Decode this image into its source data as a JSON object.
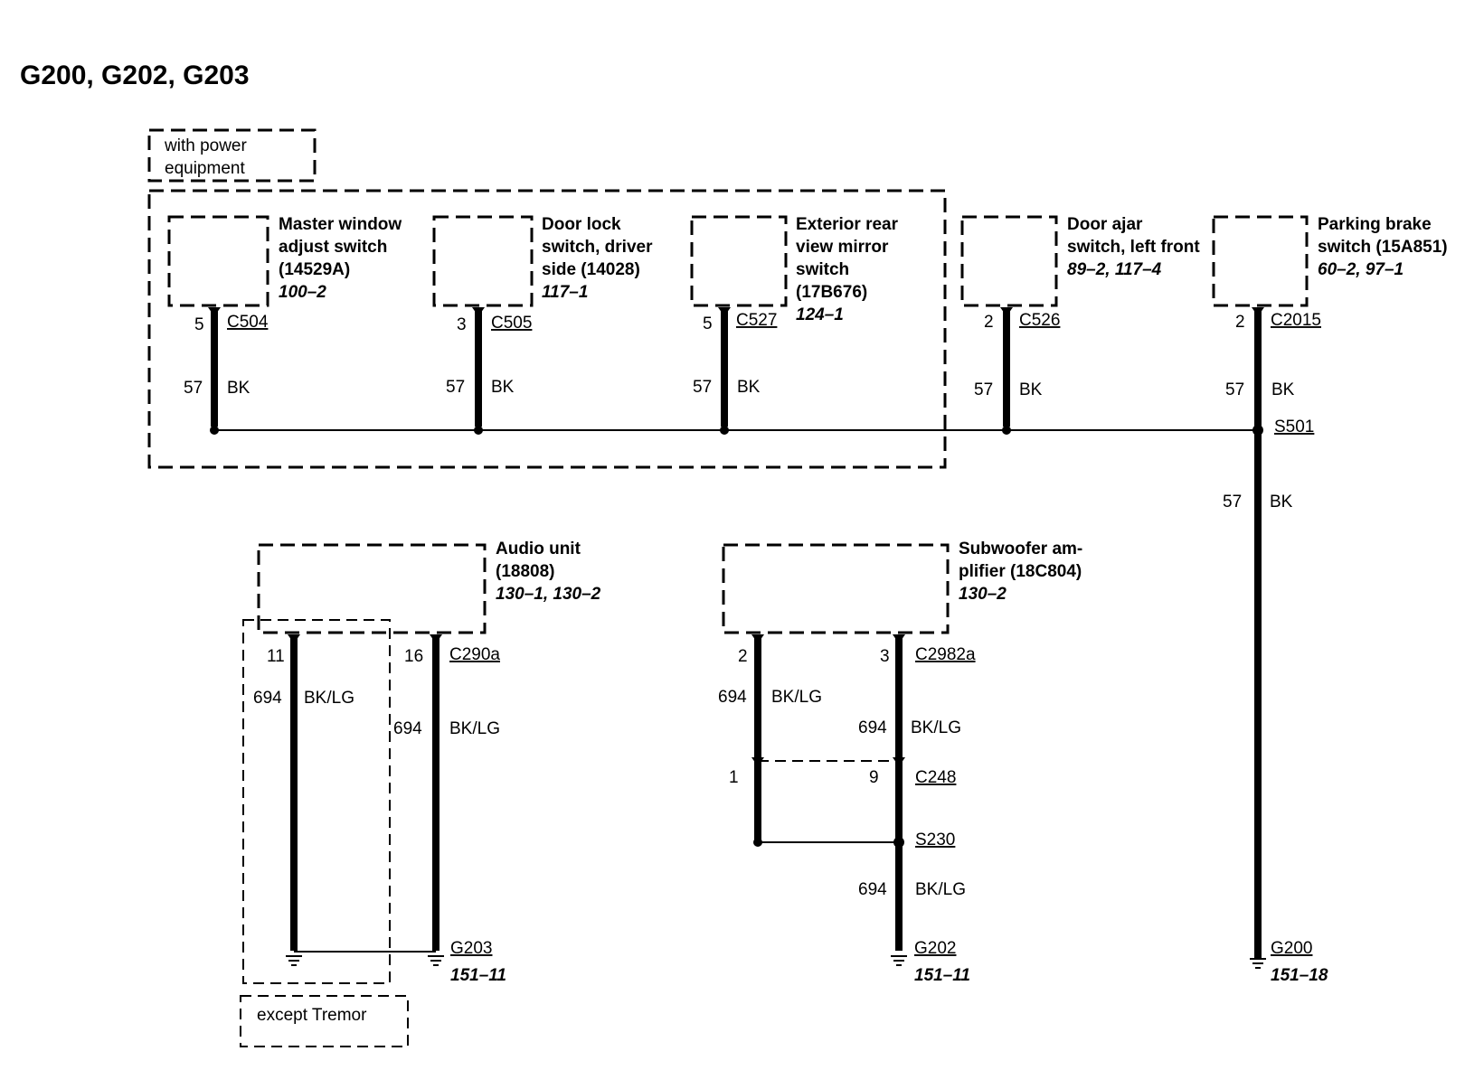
{
  "title": "G200, G202, G203",
  "notes": {
    "power_equipment_l1": "with power",
    "power_equipment_l2": "equipment",
    "except_tremor": "except Tremor"
  },
  "components": {
    "master_window": {
      "l1": "Master window",
      "l2": "adjust switch",
      "l3": "(14529A)",
      "ref": "100–2",
      "pin": "5",
      "connector": "C504",
      "circuit": "57",
      "color": "BK"
    },
    "door_lock": {
      "l1": "Door lock",
      "l2": "switch, driver",
      "l3": "side (14028)",
      "ref": "117–1",
      "pin": "3",
      "connector": "C505",
      "circuit": "57",
      "color": "BK"
    },
    "mirror": {
      "l1": "Exterior rear",
      "l2": "view mirror",
      "l3": "switch",
      "l4": "(17B676)",
      "ref": "124–1",
      "pin": "5",
      "connector": "C527",
      "circuit": "57",
      "color": "BK"
    },
    "door_ajar": {
      "l1": "Door ajar",
      "l2": "switch, left front",
      "ref": "89–2, 117–4",
      "pin": "2",
      "connector": "C526",
      "circuit": "57",
      "color": "BK"
    },
    "parking_brake": {
      "l1": "Parking brake",
      "l2": "switch (15A851)",
      "ref": "60–2, 97–1",
      "pin": "2",
      "connector": "C2015",
      "circuit": "57",
      "color": "BK",
      "splice": "S501",
      "circuit2": "57",
      "color2": "BK",
      "ground": "G200",
      "ground_ref": "151–18"
    },
    "audio": {
      "l1": "Audio unit",
      "l2": "(18808)",
      "ref": "130–1, 130–2",
      "pin_a": "11",
      "pin_b": "16",
      "connector": "C290a",
      "circuit_a": "694",
      "color_a": "BK/LG",
      "circuit_b": "694",
      "color_b": "BK/LG",
      "ground": "G203",
      "ground_ref": "151–11"
    },
    "subwoofer": {
      "l1": "Subwoofer am-",
      "l2": "plifier (18C804)",
      "ref": "130–2",
      "pin_a": "2",
      "pin_b": "3",
      "connector": "C2982a",
      "circuit_a": "694",
      "color_a": "BK/LG",
      "circuit_b": "694",
      "color_b": "BK/LG",
      "pin_c": "1",
      "pin_d": "9",
      "connector2": "C248",
      "splice": "S230",
      "circuit_c": "694",
      "color_c": "BK/LG",
      "ground": "G202",
      "ground_ref": "151–11"
    }
  }
}
